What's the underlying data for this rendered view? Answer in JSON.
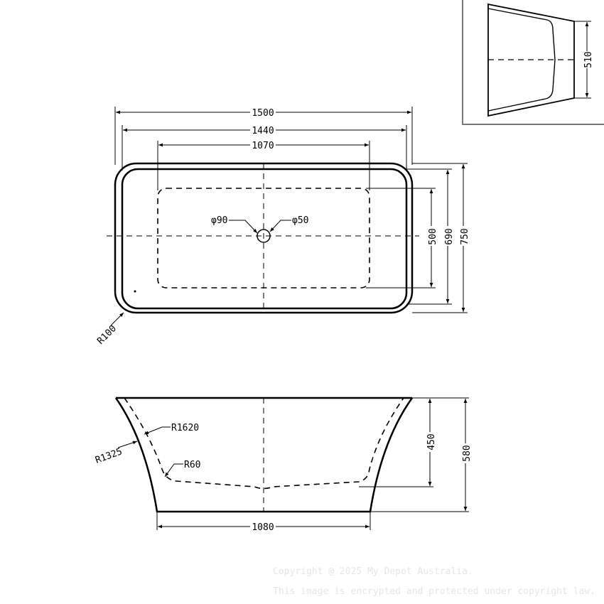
{
  "top_view": {
    "dims": {
      "overall_length": "1500",
      "outer_rim_length": "1440",
      "inner_base_length": "1070",
      "inner_base_width": "500",
      "rim_width": "690",
      "overall_width": "750"
    },
    "drain_outer": "φ90",
    "drain_inner": "φ50",
    "corner_radius": "R100"
  },
  "side_view": {
    "dims": {
      "inner_depth": "450",
      "overall_height": "580",
      "base_length": "1080"
    },
    "radius_inner_wall": "R1620",
    "radius_outer_wall": "R1325",
    "radius_base_corner": "R60"
  },
  "end_view": {
    "dims": {
      "end_height": "510"
    }
  },
  "watermark": {
    "line1": "Copyright @ 2025 My Depot Australia.",
    "line2": "This image is encrypted and protected under copyright law."
  }
}
